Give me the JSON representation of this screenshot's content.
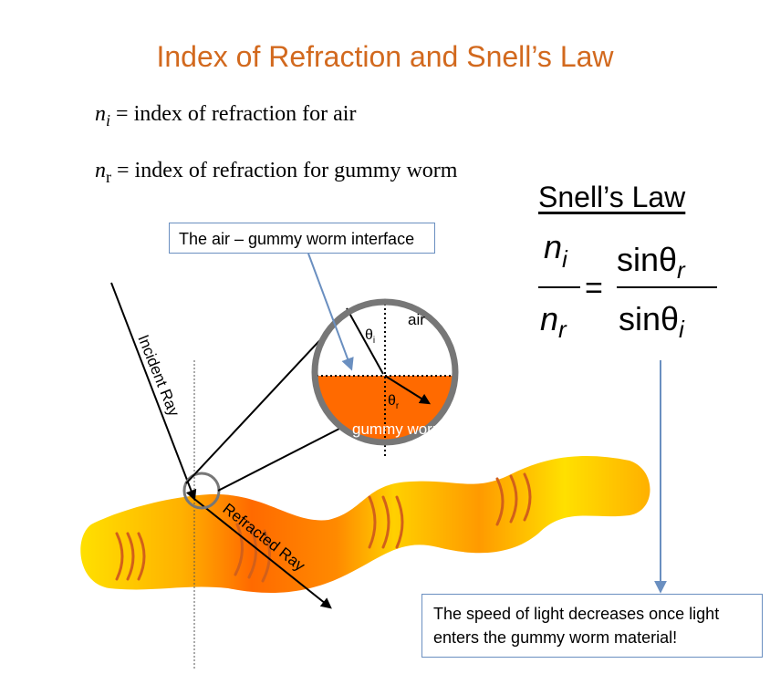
{
  "title": "Index of Refraction and Snell’s Law",
  "definitions": [
    {
      "symbol": "n",
      "subscript": "i",
      "text": "index of refraction for air"
    },
    {
      "symbol": "n",
      "subscript": "r",
      "text": "index of refraction for gummy worm"
    }
  ],
  "snell": {
    "heading": "Snell’s Law",
    "lhs_top": "n",
    "lhs_top_sub": "i",
    "lhs_bottom": "n",
    "lhs_bottom_sub": "r",
    "rhs_top": "sinθ",
    "rhs_top_sub": "r",
    "rhs_bottom": "sinθ",
    "rhs_bottom_sub": "i",
    "equals": "="
  },
  "labels": {
    "interface_callout": "The air – gummy worm interface",
    "air": "air",
    "gummy_worm": "gummy worm",
    "theta_i": "θ",
    "theta_i_sub": "i",
    "theta_r": "θ",
    "theta_r_sub": "r",
    "incident_ray": "Incident Ray",
    "refracted_ray": "Refracted Ray"
  },
  "speed_note": [
    "The speed of light decreases once light",
    "enters the gummy worm material!"
  ],
  "colors": {
    "title": "#d2691e",
    "callout_border": "#6a8fc0",
    "arrow": "#6a8fc0",
    "worm_orange": "#ff6a00",
    "worm_yellow": "#ffe000",
    "magnifier_ring": "#777777"
  }
}
